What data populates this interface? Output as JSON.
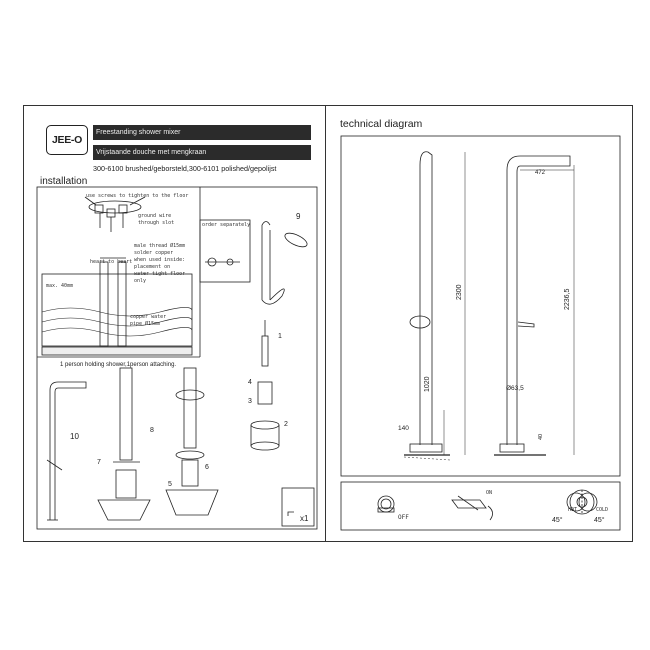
{
  "header": {
    "logo": "JEE-O",
    "title_en": "Freestanding shower mixer",
    "title_nl": "Vrijstaande douche met mengkraan",
    "models": "300-6100 brushed/geborsteld,300-6101 polished/gepolijst"
  },
  "installation": {
    "heading": "installation",
    "note_screws": "use screws to tighten to the floor",
    "note_ground_wire": "ground wire",
    "note_through_slot": "through slot",
    "note_male_thread": "male thread Ø15mm",
    "note_solder": "solder copper",
    "note_when_used": "when used inside:",
    "note_placement": "placement on",
    "note_water_tight": "water tight floor",
    "note_only": "only",
    "note_heart": "heart to heart",
    "note_max": "max. 40mm",
    "note_copper": "copper water",
    "note_pipe": "pipe Ø15mm",
    "order_separately": "order separately",
    "person_note": "1 person holding shower,1person attaching.",
    "num_9": "9",
    "num_1": "1",
    "num_2": "2",
    "num_3": "3",
    "num_4": "4",
    "num_5": "5",
    "num_6": "6",
    "num_7": "7",
    "num_8": "8",
    "num_10": "10",
    "qty": "x1"
  },
  "technical": {
    "heading": "technical diagram",
    "dim_472": "472",
    "dim_2300": "2300",
    "dim_2236": "2236,5",
    "dim_1020": "1020",
    "dim_140": "140",
    "dim_63": "Ø63,5",
    "dim_40": "40",
    "off_label": "OFF",
    "on_label": "ON",
    "hot_label": "HOT",
    "cold_label": "COLD",
    "angle_left": "45°",
    "angle_right": "45°"
  }
}
